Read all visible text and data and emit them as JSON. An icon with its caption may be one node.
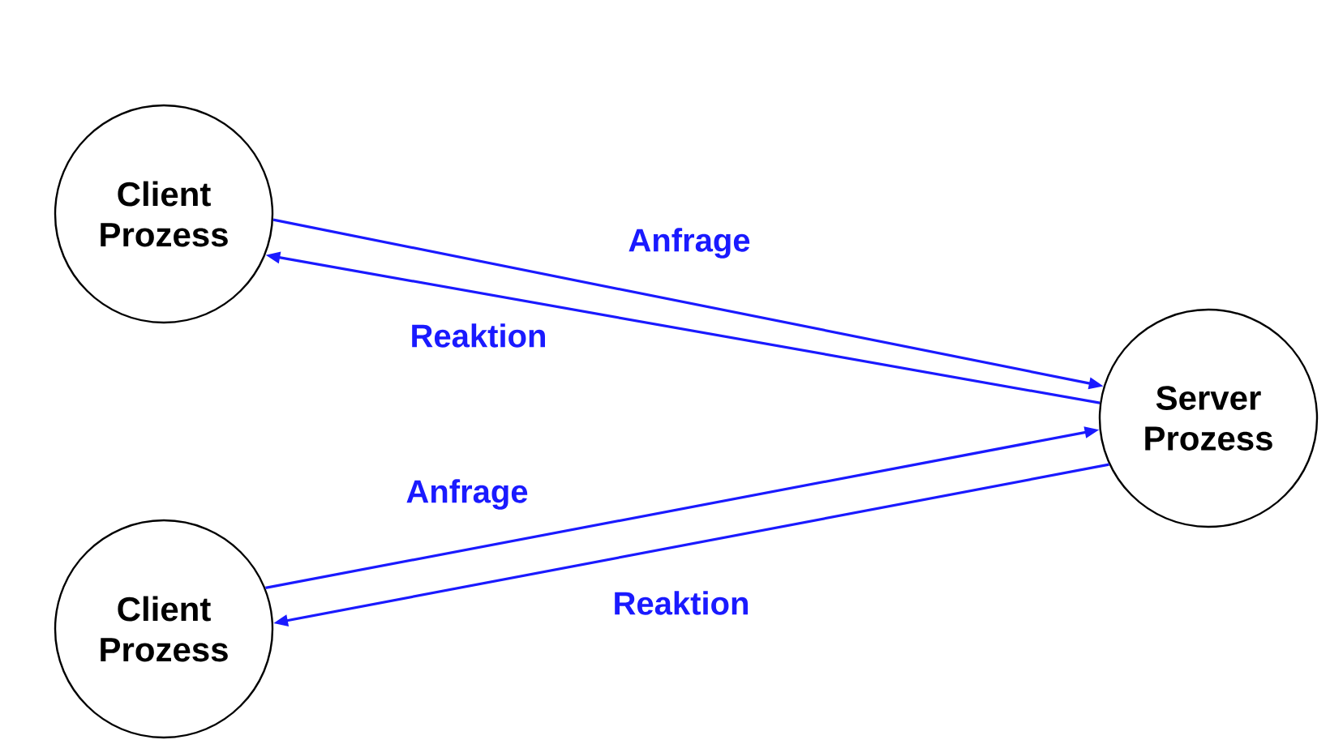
{
  "diagram": {
    "nodes": [
      {
        "text": [
          "Client Prozess"
        ]
      },
      {
        "text": [
          "Server Prozess"
        ]
      },
      {
        "text": [
          "Client Prozess"
        ]
      }
    ],
    "edges": [
      {
        "from": 0,
        "to": 1,
        "arrow": "to",
        "label": "Anfrage",
        "color": "#1a1aff"
      },
      {
        "from": 1,
        "to": 0,
        "arrow": "to",
        "label": "Reaktion",
        "color": "#1a1aff"
      },
      {
        "from": 2,
        "to": 1,
        "arrow": "to",
        "label": "Anfrage",
        "color": "#1a1aff"
      },
      {
        "from": 1,
        "to": 2,
        "arrow": "to",
        "label": "Reaktion",
        "color": "#1a1aff"
      }
    ]
  }
}
